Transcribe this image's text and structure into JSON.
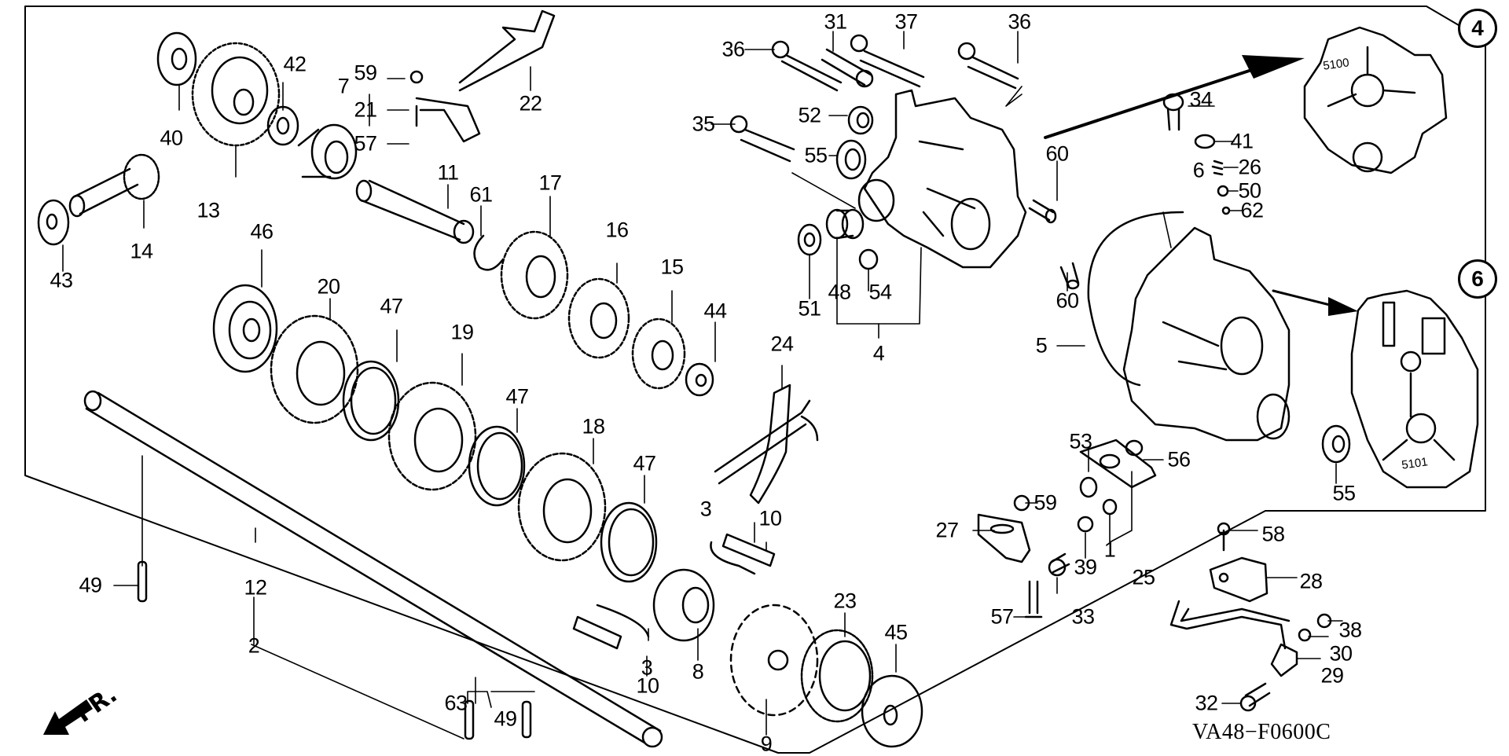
{
  "diagram": {
    "title": "Transmission exploded parts diagram",
    "drawing_code": "VA48−F0600C",
    "front_indicator": "FR.",
    "inset_callouts": [
      {
        "id": "inset-4",
        "label": "4",
        "stamp": "5100"
      },
      {
        "id": "inset-6",
        "label": "6",
        "stamp": "5101"
      }
    ],
    "part_labels": [
      {
        "ref": "40"
      },
      {
        "ref": "42"
      },
      {
        "ref": "13"
      },
      {
        "ref": "14"
      },
      {
        "ref": "43"
      },
      {
        "ref": "7"
      },
      {
        "ref": "59"
      },
      {
        "ref": "21"
      },
      {
        "ref": "57"
      },
      {
        "ref": "22"
      },
      {
        "ref": "11"
      },
      {
        "ref": "61"
      },
      {
        "ref": "17"
      },
      {
        "ref": "16"
      },
      {
        "ref": "15"
      },
      {
        "ref": "46"
      },
      {
        "ref": "20"
      },
      {
        "ref": "47"
      },
      {
        "ref": "19"
      },
      {
        "ref": "47"
      },
      {
        "ref": "18"
      },
      {
        "ref": "47"
      },
      {
        "ref": "44"
      },
      {
        "ref": "24"
      },
      {
        "ref": "3"
      },
      {
        "ref": "10"
      },
      {
        "ref": "10"
      },
      {
        "ref": "3"
      },
      {
        "ref": "8"
      },
      {
        "ref": "9"
      },
      {
        "ref": "23"
      },
      {
        "ref": "45"
      },
      {
        "ref": "49"
      },
      {
        "ref": "12"
      },
      {
        "ref": "2"
      },
      {
        "ref": "63"
      },
      {
        "ref": "49"
      },
      {
        "ref": "36"
      },
      {
        "ref": "31"
      },
      {
        "ref": "37"
      },
      {
        "ref": "36"
      },
      {
        "ref": "35"
      },
      {
        "ref": "52"
      },
      {
        "ref": "55"
      },
      {
        "ref": "51"
      },
      {
        "ref": "48"
      },
      {
        "ref": "54"
      },
      {
        "ref": "4"
      },
      {
        "ref": "60"
      },
      {
        "ref": "60"
      },
      {
        "ref": "34"
      },
      {
        "ref": "41"
      },
      {
        "ref": "26"
      },
      {
        "ref": "50"
      },
      {
        "ref": "62"
      },
      {
        "ref": "6"
      },
      {
        "ref": "5"
      },
      {
        "ref": "53"
      },
      {
        "ref": "56"
      },
      {
        "ref": "59"
      },
      {
        "ref": "27"
      },
      {
        "ref": "1"
      },
      {
        "ref": "39"
      },
      {
        "ref": "25"
      },
      {
        "ref": "57"
      },
      {
        "ref": "33"
      },
      {
        "ref": "58"
      },
      {
        "ref": "28"
      },
      {
        "ref": "38"
      },
      {
        "ref": "30"
      },
      {
        "ref": "29"
      },
      {
        "ref": "32"
      },
      {
        "ref": "55"
      }
    ]
  }
}
